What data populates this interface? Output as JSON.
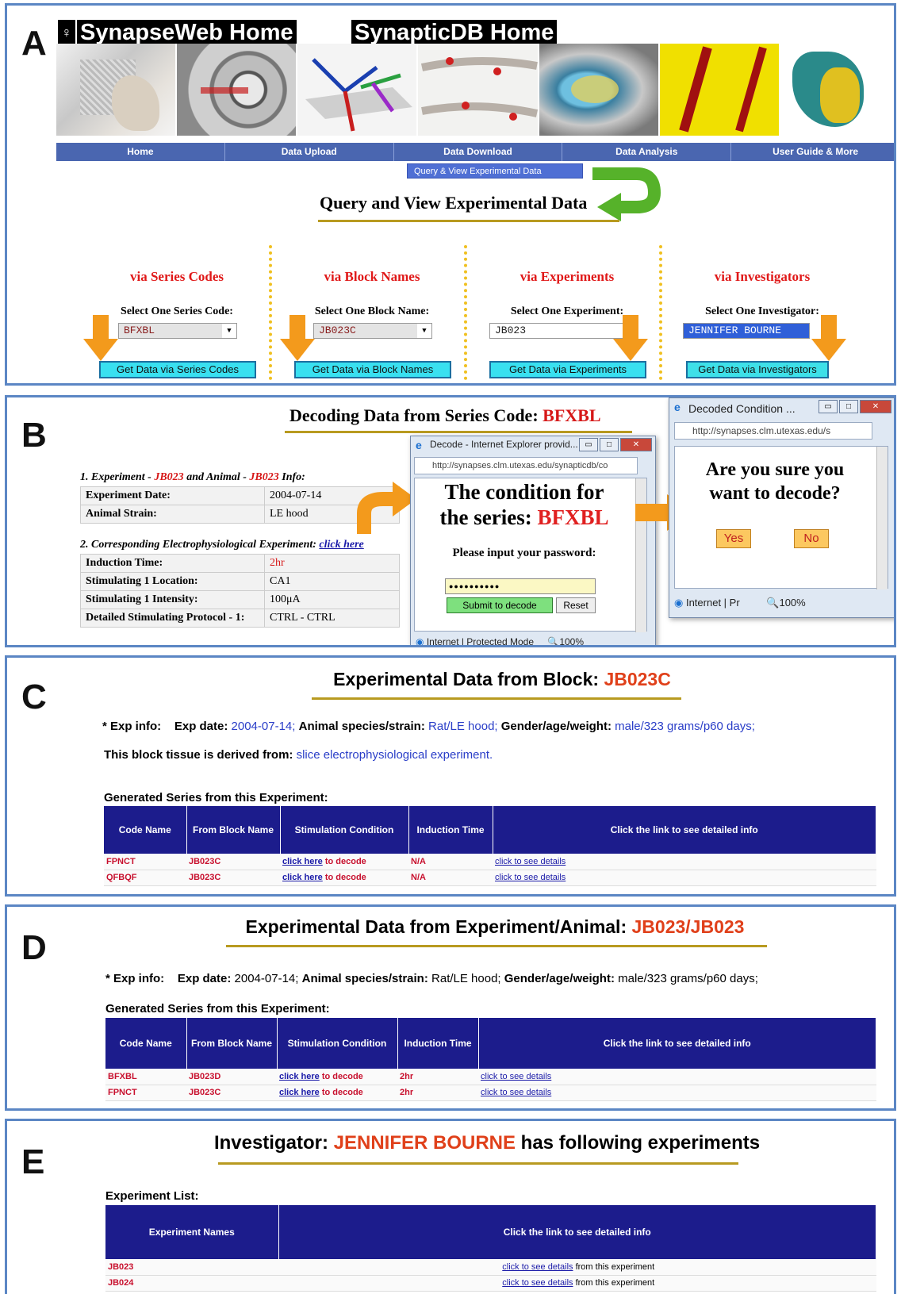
{
  "panelA": {
    "label": "A",
    "title_synapseweb": "SynapseWeb Home",
    "title_synapticdb": "SynapticDB Home",
    "nav": [
      "Home",
      "Data Upload",
      "Data Download",
      "Data Analysis",
      "User Guide & More"
    ],
    "submenu": "Query & View Experimental Data",
    "query_title": "Query and View Experimental Data",
    "columns": [
      {
        "via": "via Series Codes",
        "select_label": "Select One Series Code:",
        "value": "BFXBL",
        "button": "Get Data via Series Codes"
      },
      {
        "via": "via Block Names",
        "select_label": "Select One Block Name:",
        "value": "JB023C",
        "button": "Get Data via Block Names"
      },
      {
        "via": "via Experiments",
        "select_label": "Select One Experiment:",
        "value": "JB023",
        "button": "Get Data via Experiments"
      },
      {
        "via": "via Investigators",
        "select_label": "Select One Investigator:",
        "value": "JENNIFER BOURNE",
        "button": "Get Data via Investigators"
      }
    ]
  },
  "panelB": {
    "label": "B",
    "title_prefix": "Decoding Data from Series Code: ",
    "title_code": "BFXBL",
    "section1": {
      "p1": "1. Experiment - ",
      "exp": "JB023",
      "p2": " and Animal - ",
      "animal": "JB023",
      "p3": " Info:"
    },
    "rows1": [
      {
        "k": "Experiment Date:",
        "v": "2004-07-14"
      },
      {
        "k": "Animal Strain:",
        "v": "LE hood"
      }
    ],
    "section2": {
      "text": "2. Corresponding Electrophysiological Experiment: ",
      "link": "click here"
    },
    "rows2": [
      {
        "k": "Induction Time:",
        "v": "2hr"
      },
      {
        "k": "Stimulating 1 Location:",
        "v": "CA1"
      },
      {
        "k": "Stimulating 1 Intensity:",
        "v": "100μA"
      },
      {
        "k": "Detailed Stimulating Protocol - 1:",
        "v": "CTRL - CTRL"
      }
    ],
    "decode_window": {
      "title": "Decode - Internet Explorer provid...",
      "url": "http://synapses.clm.utexas.edu/synapticdb/co",
      "heading1": "The condition for",
      "heading2": "the series: ",
      "series": "BFXBL",
      "prompt": "Please input your password:",
      "password": "●●●●●●●●●●",
      "submit": "Submit to decode",
      "reset": "Reset",
      "status": "Internet | Protected Mode",
      "zoom": "100%"
    },
    "confirm_window": {
      "title": "Decoded Condition ...",
      "url": "http://synapses.clm.utexas.edu/s",
      "question1": "Are you sure you",
      "question2": "want to decode?",
      "yes": "Yes",
      "no": "No",
      "status": "Internet | Pr",
      "zoom": "100%"
    }
  },
  "panelC": {
    "label": "C",
    "title_prefix": "Experimental Data from Block: ",
    "title_code": "JB023C",
    "exp_info": {
      "bullet": "* Exp info:",
      "date_k": "Exp date:",
      "date_v": "2004-07-14;",
      "sp_k": "Animal species/strain:",
      "sp_v": "Rat/LE hood;",
      "g_k": "Gender/age/weight:",
      "g_v": "male/323 grams/p60 days;"
    },
    "derived_k": "This block tissue is derived from:",
    "derived_v": "slice electrophysiological experiment.",
    "generated": "Generated Series from this Experiment:",
    "headers": [
      "Code Name",
      "From Block Name",
      "Stimulation Condition",
      "Induction Time",
      "Click the link to see detailed info"
    ],
    "rows": [
      {
        "code": "FPNCT",
        "block": "JB023C",
        "link": "click here",
        "suffix": "to decode",
        "induction": "N/A",
        "details": "click to see details"
      },
      {
        "code": "QFBQF",
        "block": "JB023C",
        "link": "click here",
        "suffix": "to decode",
        "induction": "N/A",
        "details": "click to see details"
      }
    ]
  },
  "panelD": {
    "label": "D",
    "title_prefix": "Experimental Data from Experiment/Animal: ",
    "title_code": "JB023/JB023",
    "exp_info": {
      "bullet": "* Exp info:",
      "date_k": "Exp date:",
      "date_v": "2004-07-14;",
      "sp_k": "Animal species/strain:",
      "sp_v": "Rat/LE hood;",
      "g_k": "Gender/age/weight:",
      "g_v": "male/323 grams/p60 days;"
    },
    "generated": "Generated Series from this Experiment:",
    "headers": [
      "Code Name",
      "From Block Name",
      "Stimulation Condition",
      "Induction Time",
      "Click the link to see detailed info"
    ],
    "rows": [
      {
        "code": "BFXBL",
        "block": "JB023D",
        "link": "click here",
        "suffix": "to decode",
        "induction": "2hr",
        "details": "click to see details"
      },
      {
        "code": "FPNCT",
        "block": "JB023C",
        "link": "click here",
        "suffix": "to decode",
        "induction": "2hr",
        "details": "click to see details"
      }
    ]
  },
  "panelE": {
    "label": "E",
    "title_prefix": "Investigator: ",
    "title_name": "JENNIFER BOURNE",
    "title_suffix": " has following experiments",
    "list_label": "Experiment List:",
    "headers": [
      "Experiment Names",
      "Click the link to see detailed info"
    ],
    "rows": [
      {
        "name": "JB023",
        "link": "click to see details",
        "suffix": "from this experiment"
      },
      {
        "name": "JB024",
        "link": "click to see details",
        "suffix": "from this experiment"
      }
    ]
  }
}
